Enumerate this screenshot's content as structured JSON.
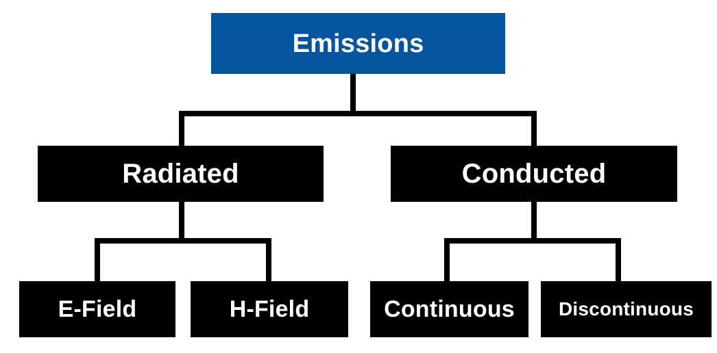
{
  "diagram": {
    "title_node": "Emissions",
    "accent_color": "#05559E",
    "node_color": "#000000",
    "text_color": "#FFFFFF",
    "connector_color": "#000000",
    "background": "#FFFFFF",
    "levels": [
      {
        "level": 0,
        "nodes": [
          {
            "id": "emissions",
            "label": "Emissions",
            "style": "accent"
          }
        ]
      },
      {
        "level": 1,
        "nodes": [
          {
            "id": "radiated",
            "label": "Radiated",
            "style": "dark",
            "parent": "emissions"
          },
          {
            "id": "conducted",
            "label": "Conducted",
            "style": "dark",
            "parent": "emissions"
          }
        ]
      },
      {
        "level": 2,
        "nodes": [
          {
            "id": "e-field",
            "label": "E-Field",
            "style": "dark",
            "parent": "radiated"
          },
          {
            "id": "h-field",
            "label": "H-Field",
            "style": "dark",
            "parent": "radiated"
          },
          {
            "id": "continuous",
            "label": "Continuous",
            "style": "dark",
            "parent": "conducted"
          },
          {
            "id": "discontinuous",
            "label": "Discontinuous",
            "style": "dark",
            "parent": "conducted"
          }
        ]
      }
    ],
    "edges": [
      {
        "from": "emissions",
        "to": "radiated"
      },
      {
        "from": "emissions",
        "to": "conducted"
      },
      {
        "from": "radiated",
        "to": "e-field"
      },
      {
        "from": "radiated",
        "to": "h-field"
      },
      {
        "from": "conducted",
        "to": "continuous"
      },
      {
        "from": "conducted",
        "to": "discontinuous"
      }
    ]
  }
}
